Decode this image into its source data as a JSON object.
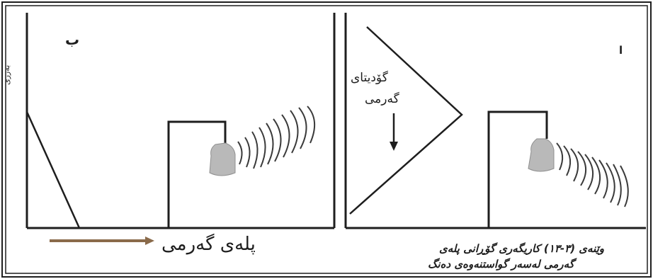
{
  "diagram": {
    "panel_left": {
      "label": "ب",
      "y_axis_label": "بەرزی",
      "x_axis_label": "پلەی گەرمی"
    },
    "panel_right": {
      "label": "ا",
      "wave_label_line1": "گۆدیتای",
      "wave_label_line2": "گەرمی"
    },
    "caption": {
      "line1": "وێنەی (٣-١٣) کاریگەری گۆڕانی پلەی",
      "line2": "گەرمی لەسەر گواستنەوەی دەنگ"
    }
  },
  "colors": {
    "ink": "#1e1e1e",
    "arrow": "#8a6a4a",
    "speaker": "#b9b9b9"
  }
}
